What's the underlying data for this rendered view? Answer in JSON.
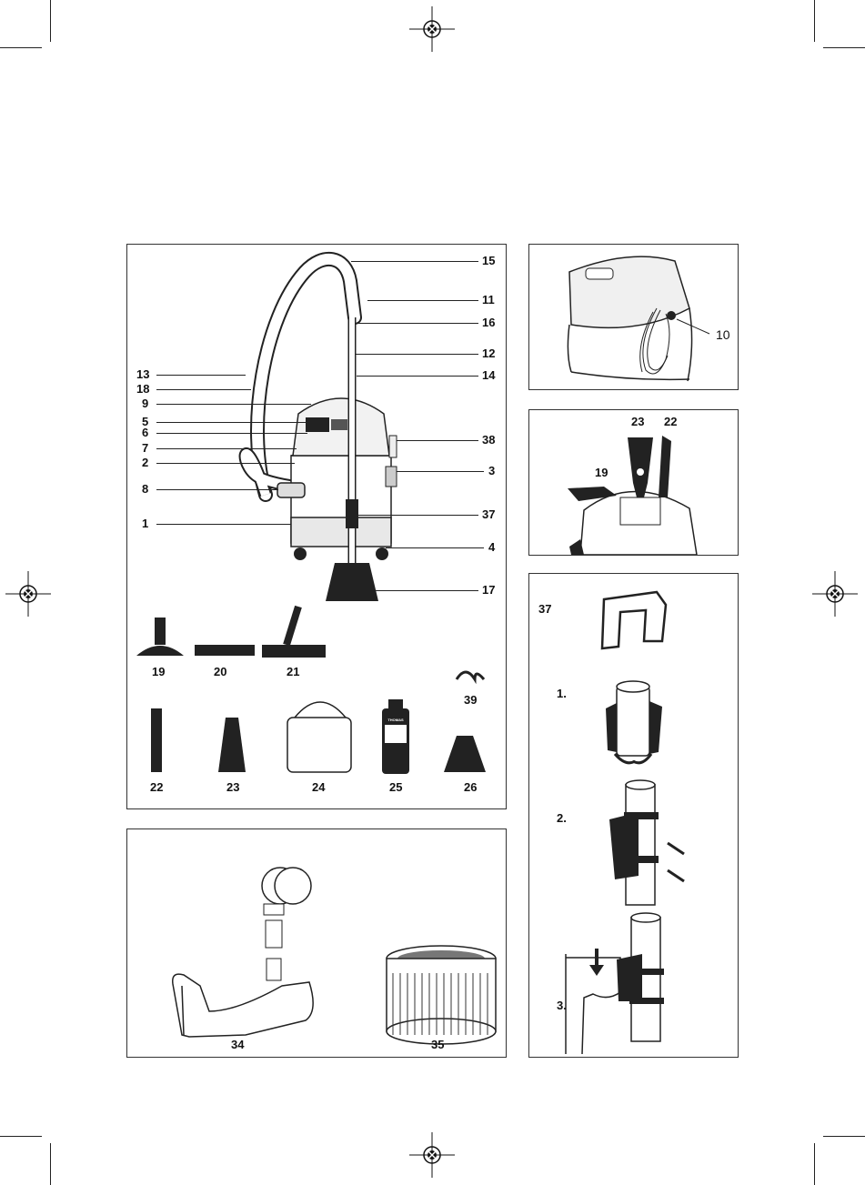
{
  "main": {
    "left": [
      "13",
      "18",
      "9",
      "5",
      "6",
      "7",
      "2",
      "8",
      "1"
    ],
    "right": [
      "15",
      "11",
      "16",
      "12",
      "14",
      "38",
      "3",
      "37",
      "4",
      "17"
    ],
    "accessories_row1": [
      "19",
      "20",
      "21",
      "39"
    ],
    "accessories_row2": [
      "22",
      "23",
      "24",
      "25",
      "26"
    ],
    "bottle_brand": "THOMAS"
  },
  "bottom": {
    "items": [
      "34",
      "35"
    ]
  },
  "cable": {
    "label": "10"
  },
  "tools": {
    "labels": [
      "23",
      "22",
      "19"
    ]
  },
  "clip": {
    "title": "37",
    "steps": [
      "1.",
      "2.",
      "3."
    ]
  },
  "icons": [
    "registration-mark-icon",
    "crop-mark-icon"
  ]
}
